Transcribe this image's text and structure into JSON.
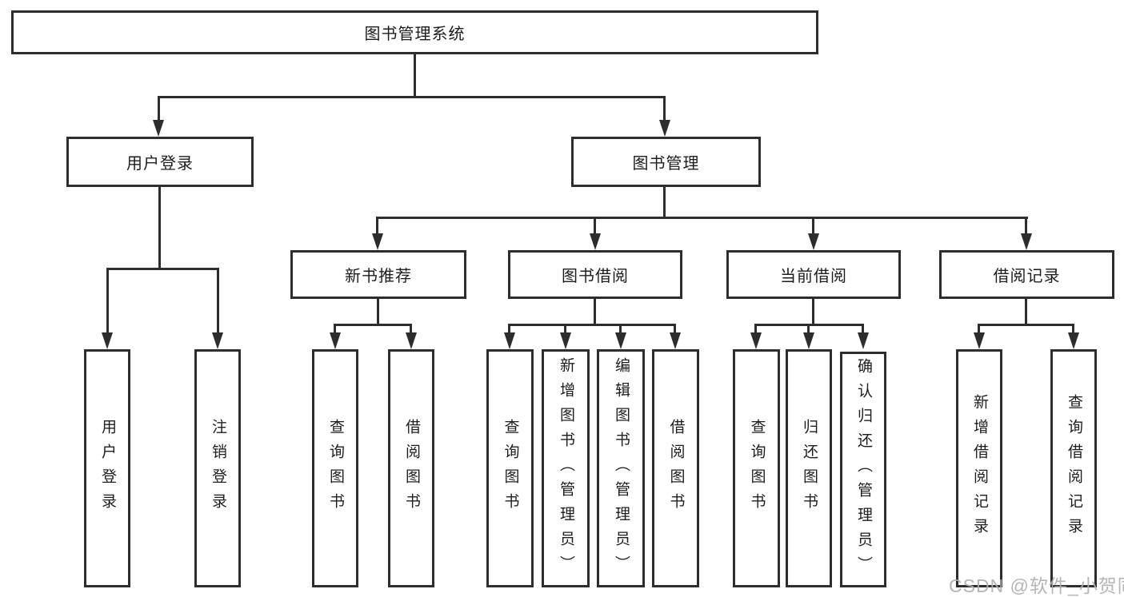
{
  "tree": {
    "root": {
      "label": "图书管理系统"
    },
    "branches": [
      {
        "label": "用户登录",
        "children": [
          {
            "label": "用户登录"
          },
          {
            "label": "注销登录"
          }
        ]
      },
      {
        "label": "图书管理",
        "children": [
          {
            "label": "新书推荐",
            "children": [
              {
                "label": "查询图书"
              },
              {
                "label": "借阅图书"
              }
            ]
          },
          {
            "label": "图书借阅",
            "children": [
              {
                "label": "查询图书"
              },
              {
                "label": "新增图书（管理员）"
              },
              {
                "label": "编辑图书（管理员）"
              },
              {
                "label": "借阅图书"
              }
            ]
          },
          {
            "label": "当前借阅",
            "children": [
              {
                "label": "查询图书"
              },
              {
                "label": "归还图书"
              },
              {
                "label": "确认归还（管理员）"
              }
            ]
          },
          {
            "label": "借阅记录",
            "children": [
              {
                "label": "新增借阅记录"
              },
              {
                "label": "查询借阅记录"
              }
            ]
          }
        ]
      }
    ]
  },
  "watermark": "CSDN @软件_小贺同学",
  "colors": {
    "line": "#2d2d2d",
    "text": "#1d1d1d",
    "background": "#ffffff",
    "watermark": "#afafaf"
  }
}
